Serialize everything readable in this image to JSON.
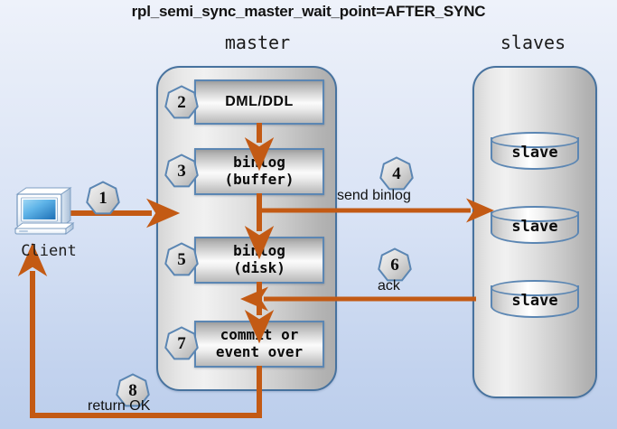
{
  "title": "rpl_semi_sync_master_wait_point=AFTER_SYNC",
  "groups": {
    "master": {
      "title": "master"
    },
    "slaves": {
      "title": "slaves"
    }
  },
  "client": {
    "label": "Client",
    "icon": "desktop-computer-icon"
  },
  "master_steps": [
    {
      "badge": "2",
      "label": "DML/DDL"
    },
    {
      "badge": "3",
      "label": "binlog\n(buffer)"
    },
    {
      "badge": "5",
      "label": "binlog\n(disk)"
    },
    {
      "badge": "7",
      "label": "commit or\nevent over"
    }
  ],
  "slaves": [
    {
      "label": "slave"
    },
    {
      "label": "slave"
    },
    {
      "label": "slave"
    }
  ],
  "edges": [
    {
      "badge": "1",
      "label": ""
    },
    {
      "badge": "4",
      "label": "send binlog"
    },
    {
      "badge": "6",
      "label": "ack"
    },
    {
      "badge": "8",
      "label": "return OK"
    }
  ],
  "badges": {
    "one": "1",
    "two": "2",
    "three": "3",
    "four": "4",
    "five": "5",
    "six": "6",
    "seven": "7",
    "eight": "8"
  },
  "labels": {
    "send_binlog": "send binlog",
    "ack": "ack",
    "return_ok": "return OK"
  },
  "colors": {
    "background_top": "#eef2fa",
    "background_bottom": "#bcceec",
    "arrow": "#c35a14",
    "container_border": "#47729e",
    "box_border": "#5b86b3",
    "badge_border": "#5b86b3",
    "text": "#101010"
  }
}
